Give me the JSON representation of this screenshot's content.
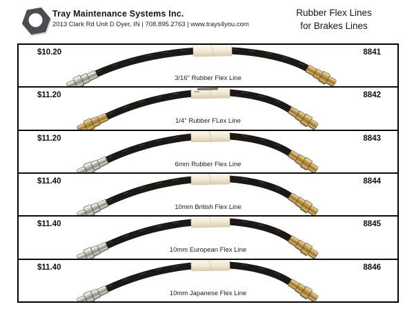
{
  "header": {
    "logo_icon": "hex-nut-icon",
    "company_name": "Tray Maintenance Systems Inc.",
    "address": "2013 Clark Rd Unit D Dyer, IN | 708.895.2763 | www.trays4you.com",
    "title_line1": "Rubber Flex Lines",
    "title_line2": "for Brakes Lines"
  },
  "catalog": {
    "products": [
      {
        "price": "$10.20",
        "part_number": "8841",
        "description": "3/16\" Rubber Flex Line",
        "image": {
          "hose": "long",
          "left_fitting": "silver",
          "right_fitting": "brass",
          "label_marked": false
        }
      },
      {
        "price": "$11.20",
        "part_number": "8842",
        "description": "1/4\" Rubber FLex Line",
        "image": {
          "hose": "short",
          "left_fitting": "brass",
          "right_fitting": "brass",
          "label_marked": true
        }
      },
      {
        "price": "$11.20",
        "part_number": "8843",
        "description": "6mm Rubber Flex Line",
        "image": {
          "hose": "short",
          "left_fitting": "silver",
          "right_fitting": "brass",
          "label_marked": false
        }
      },
      {
        "price": "$11.40",
        "part_number": "8844",
        "description": "10mm British Flex Line",
        "image": {
          "hose": "short",
          "left_fitting": "silver",
          "right_fitting": "brass",
          "label_marked": false
        }
      },
      {
        "price": "$11.40",
        "part_number": "8845",
        "description": "10mm European Flex Line",
        "image": {
          "hose": "short",
          "left_fitting": "silver",
          "right_fitting": "brass",
          "label_marked": false
        }
      },
      {
        "price": "$11.40",
        "part_number": "8846",
        "description": "10mm Japanese Flex Line",
        "image": {
          "hose": "short",
          "left_fitting": "silver",
          "right_fitting": "brass",
          "label_marked": false
        }
      }
    ]
  },
  "colors": {
    "text": "#111111",
    "table_border": "#000000",
    "logo_gray": "#4b4d50",
    "hose_black": "#1b1815",
    "label_cream": "#efe7d2",
    "fitting_silver": "#b5b5ab",
    "fitting_brass": "#c19a4f"
  }
}
